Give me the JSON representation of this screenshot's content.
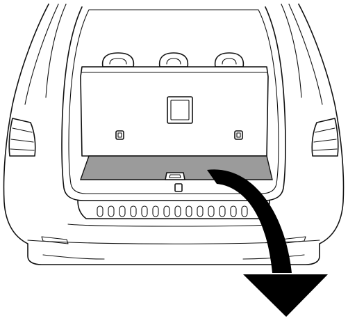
{
  "figure": {
    "subject": "vehicle-rear-open-tailgate",
    "highlighted_part": "luggage-compartment-floor",
    "highlight_color": "#9b9b9b",
    "line_color": "#111111",
    "arrow_color": "#000000",
    "arrow_meaning": "lift-and-fold-floor-outward",
    "icons": [
      "headrest-icon",
      "cargo-tie-down-hook-icon",
      "floor-handle-icon",
      "downward-curved-arrow-icon"
    ]
  }
}
